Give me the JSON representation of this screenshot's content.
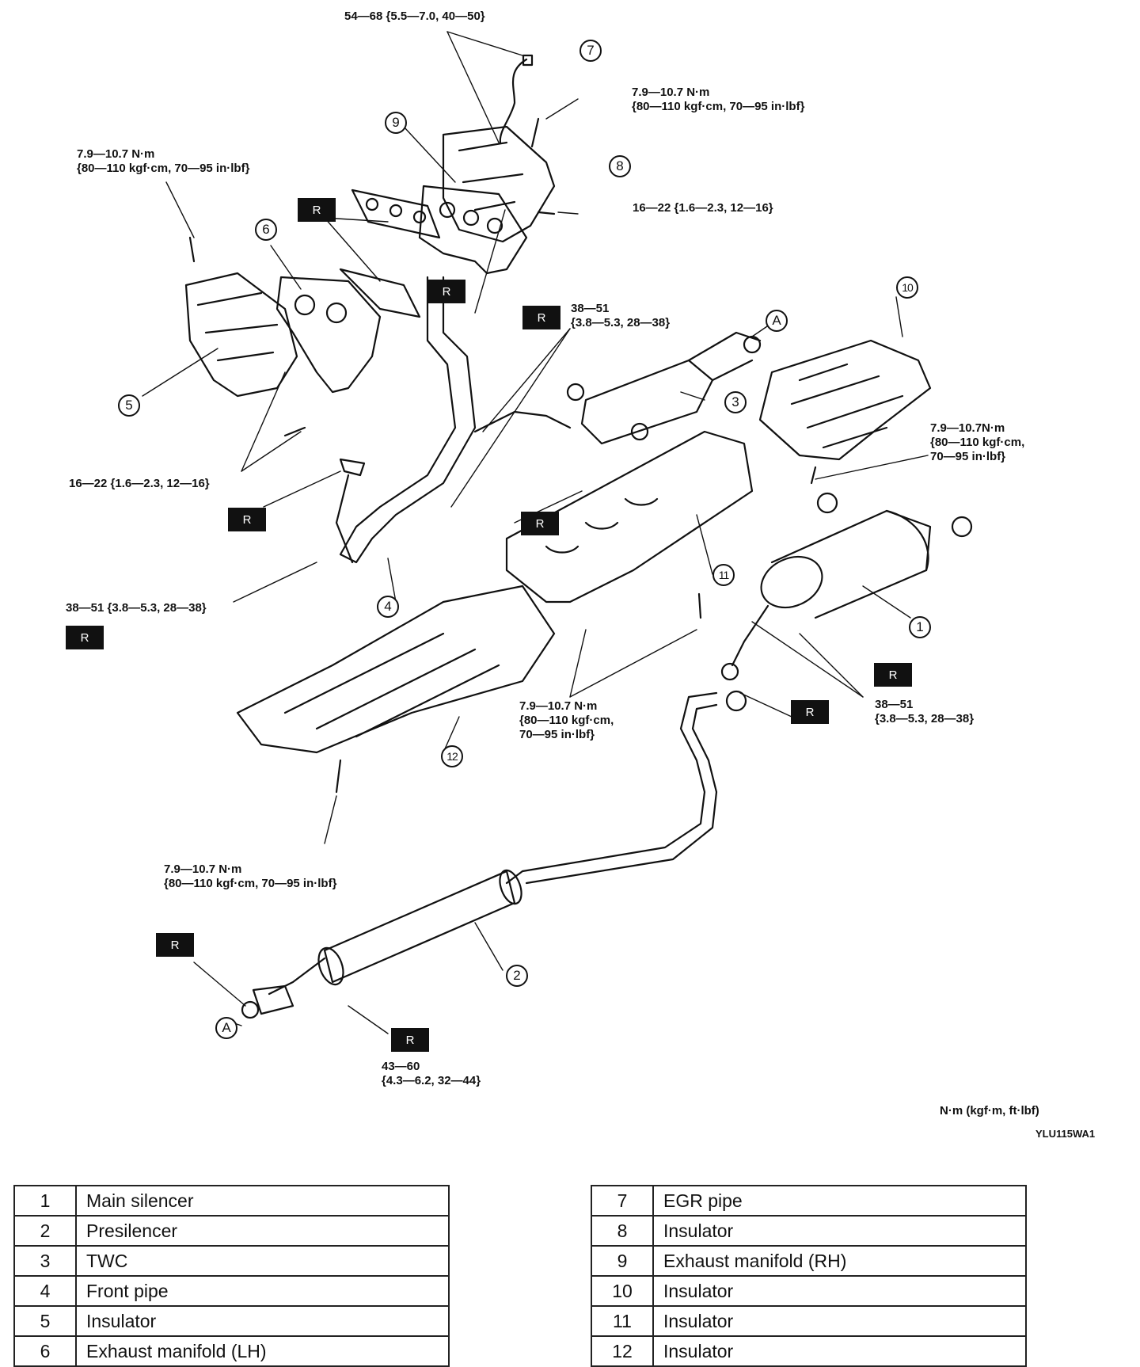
{
  "callouts": [
    "1",
    "2",
    "3",
    "4",
    "5",
    "6",
    "7",
    "8",
    "9",
    "10",
    "11",
    "12",
    "A",
    "A"
  ],
  "torque_specs": [
    "54—68 {5.5—7.0, 40—50}",
    "7.9—10.7 N·m\n{80—110 kgf·cm, 70—95 in·lbf}",
    "7.9—10.7 N·m\n{80—110 kgf·cm, 70—95 in·lbf}",
    "16—22 {1.6—2.3, 12—16}",
    "38—51\n{3.8—5.3, 28—38}",
    "16—22 {1.6—2.3, 12—16}",
    "7.9—10.7N·m\n{80—110 kgf·cm,\n70—95 in·lbf}",
    "38—51 {3.8—5.3, 28—38}",
    "7.9—10.7 N·m\n{80—110 kgf·cm,\n70—95 in·lbf}",
    "38—51\n{3.8—5.3, 28—38}",
    "7.9—10.7 N·m\n{80—110 kgf·cm, 70—95 in·lbf}",
    "43—60\n{4.3—6.2, 32—44}"
  ],
  "replace_mark": "R",
  "units_note": "N·m (kgf·m, ft·lbf)",
  "figure_id": "YLU115WA1",
  "parts_table": {
    "left": [
      {
        "num": "1",
        "name": "Main silencer"
      },
      {
        "num": "2",
        "name": "Presilencer"
      },
      {
        "num": "3",
        "name": "TWC"
      },
      {
        "num": "4",
        "name": "Front pipe"
      },
      {
        "num": "5",
        "name": "Insulator"
      },
      {
        "num": "6",
        "name": "Exhaust manifold (LH)"
      }
    ],
    "right": [
      {
        "num": "7",
        "name": "EGR pipe"
      },
      {
        "num": "8",
        "name": "Insulator"
      },
      {
        "num": "9",
        "name": "Exhaust manifold (RH)"
      },
      {
        "num": "10",
        "name": "Insulator"
      },
      {
        "num": "11",
        "name": "Insulator"
      },
      {
        "num": "12",
        "name": "Insulator"
      }
    ]
  }
}
